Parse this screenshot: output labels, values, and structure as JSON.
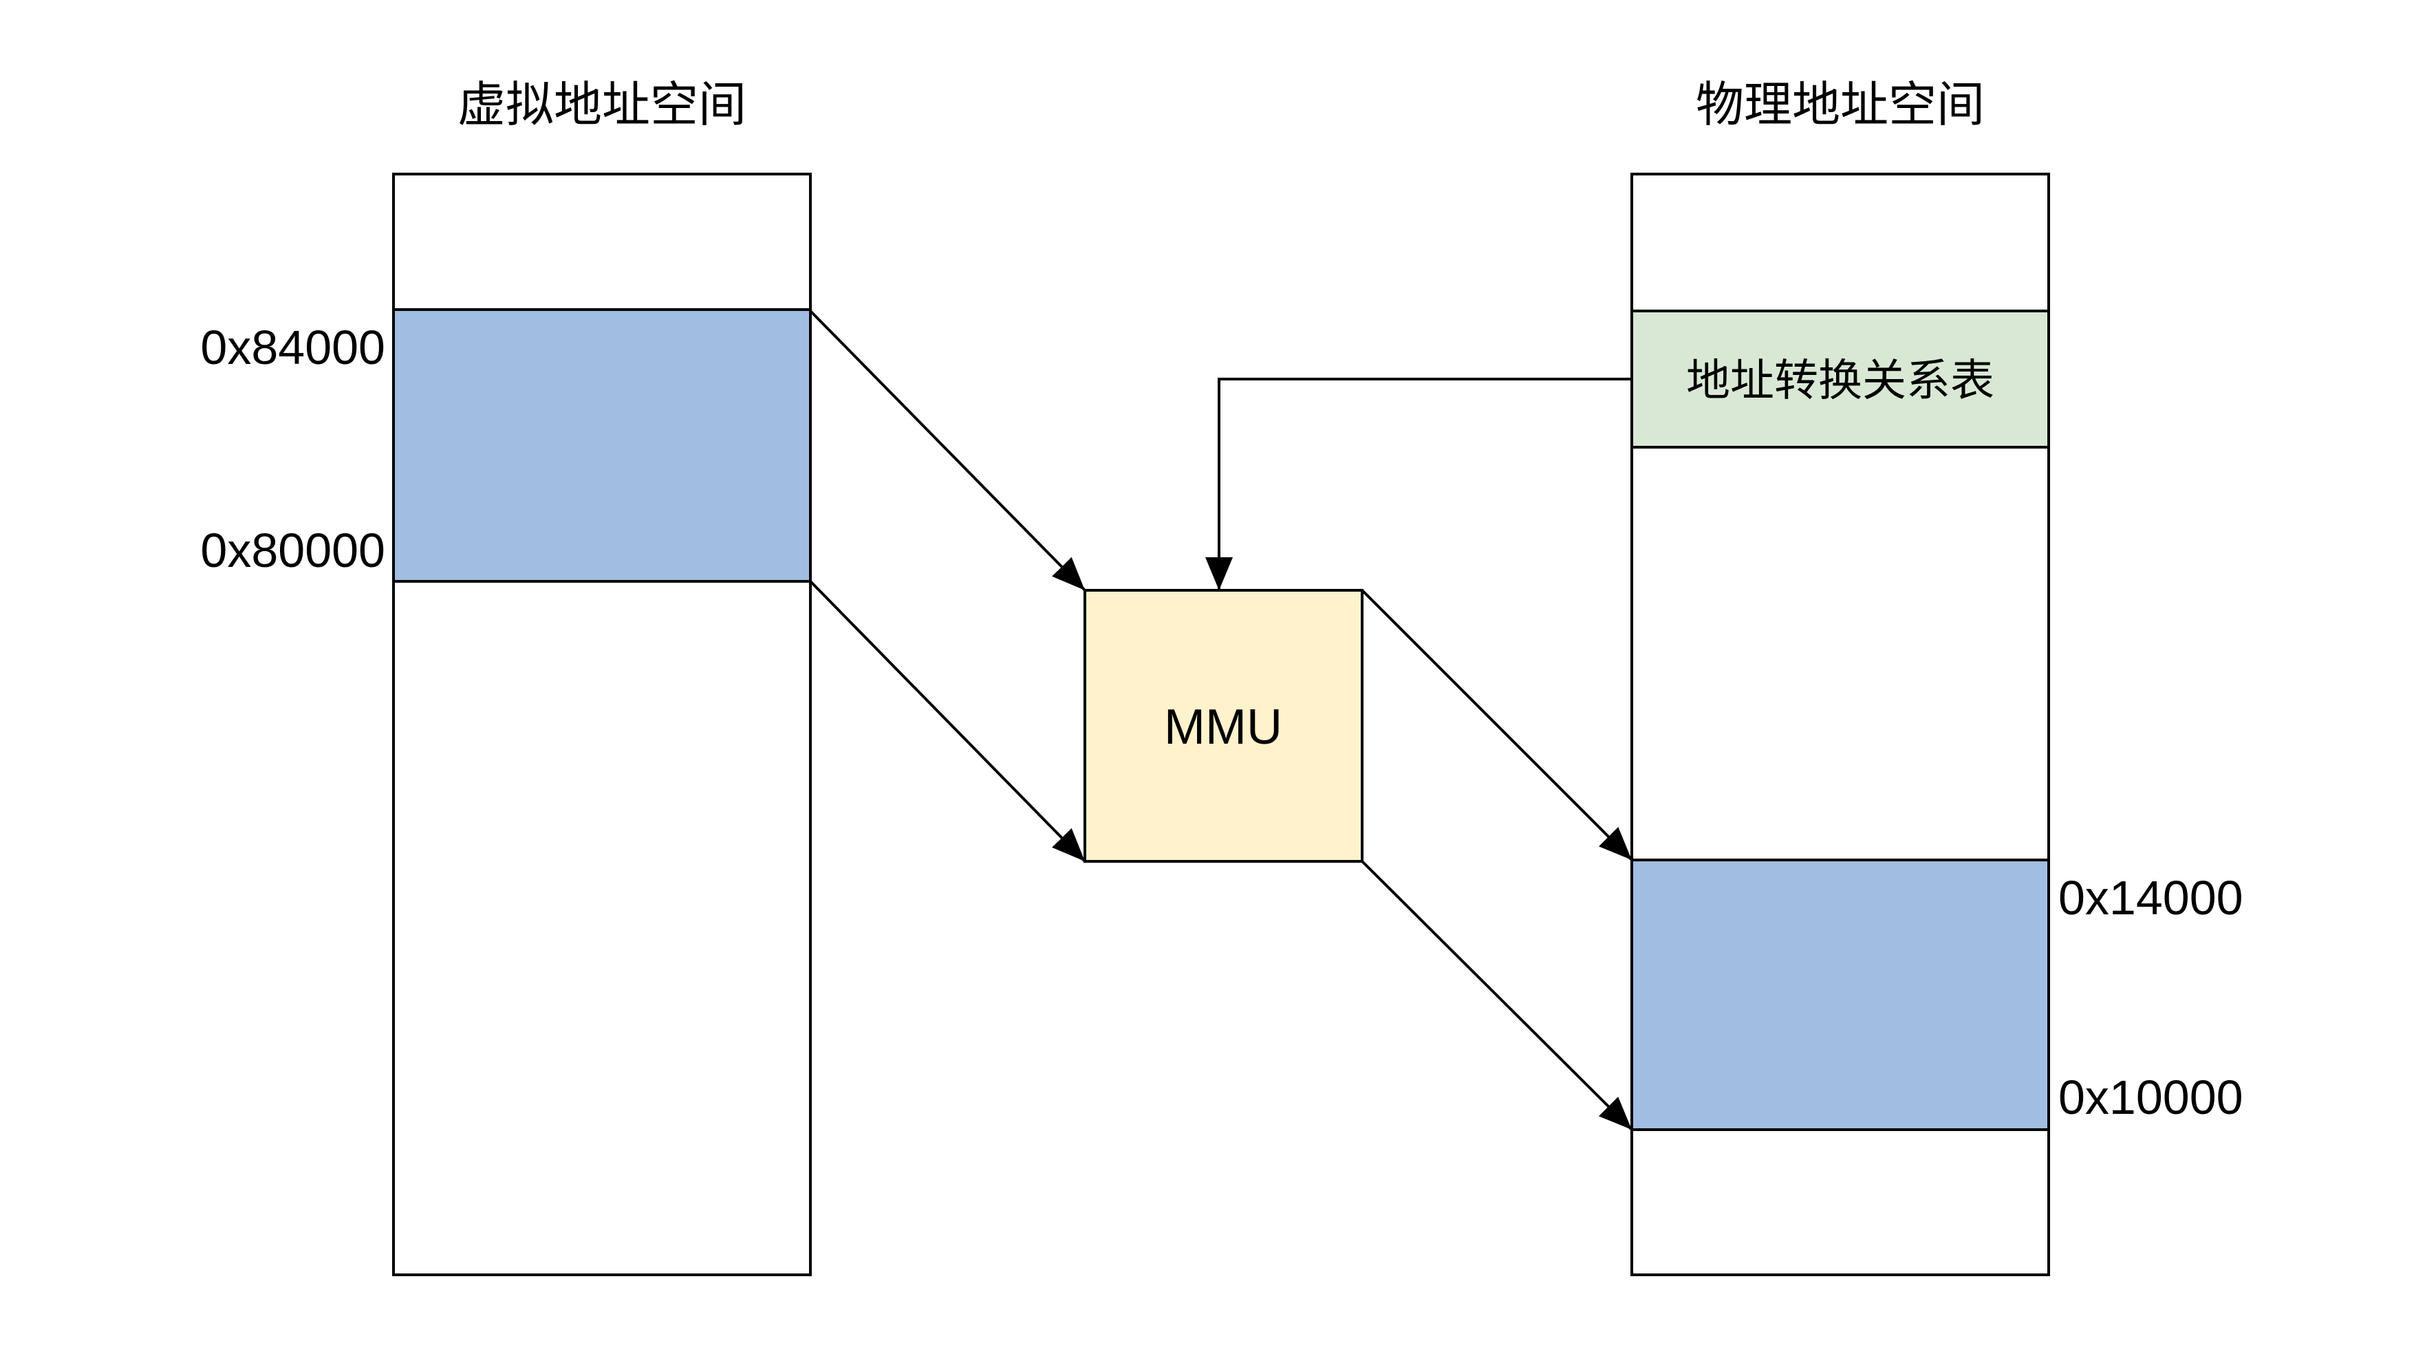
{
  "diagram": {
    "virtual_space": {
      "title": "虚拟地址空间",
      "region_end_label": "0x84000",
      "region_start_label": "0x80000"
    },
    "physical_space": {
      "title": "物理地址空间",
      "table_label": "地址转换关系表",
      "region_end_label": "0x14000",
      "region_start_label": "0x10000"
    },
    "mmu": {
      "label": "MMU"
    },
    "colors": {
      "mapped_region_blue": "#A2BDE2",
      "table_green": "#D8E8D4",
      "mmu_yellow": "#FFF2CC",
      "outline": "#000000",
      "background": "#FFFFFF"
    }
  }
}
